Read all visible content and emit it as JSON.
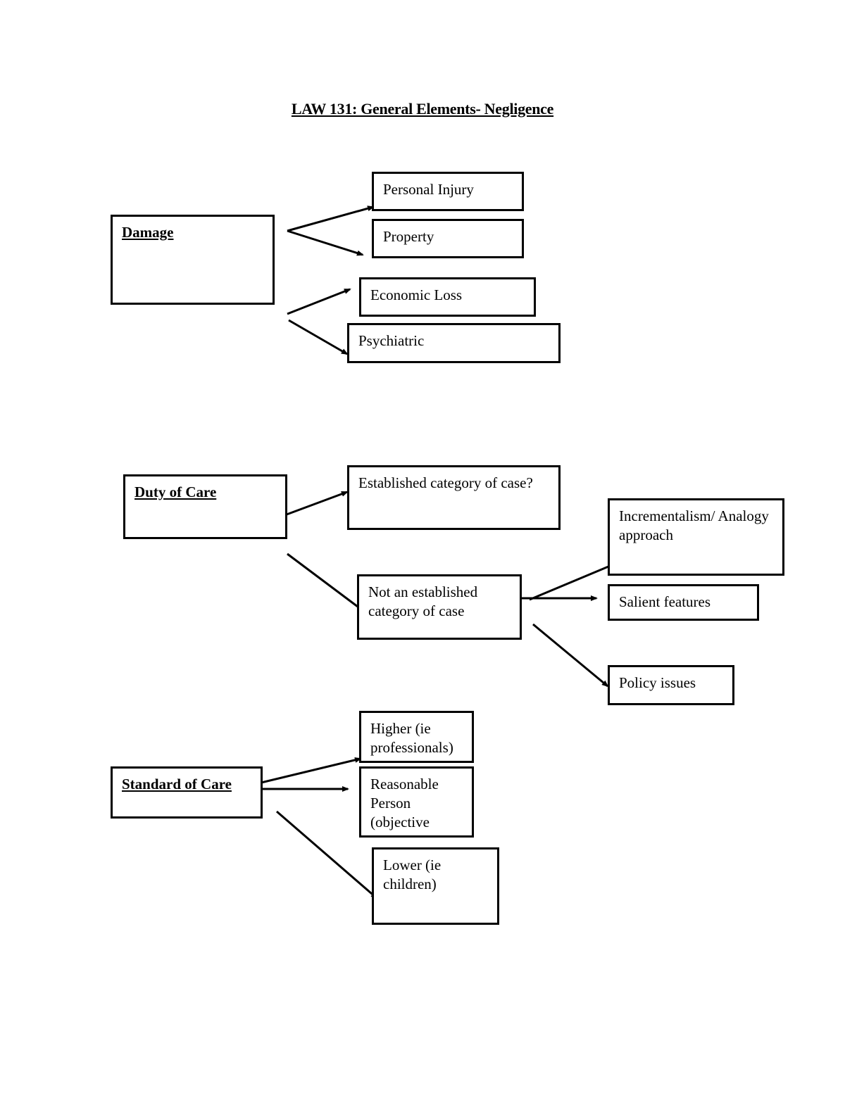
{
  "title": "LAW 131: General Elements- Negligence",
  "damage": {
    "head": "Damage",
    "items": [
      "Personal Injury",
      "Property",
      "Economic Loss",
      "Psychiatric"
    ]
  },
  "duty": {
    "head": "Duty of Care",
    "established": "Established category of case?",
    "not_established": "Not an established category of case",
    "sub": [
      "Incrementalism/ Analogy approach",
      "Salient features",
      "Policy issues"
    ]
  },
  "standard": {
    "head": "Standard of Care",
    "items": [
      "Higher (ie professionals)",
      "Reasonable Person (objective",
      "Lower (ie children)"
    ]
  }
}
